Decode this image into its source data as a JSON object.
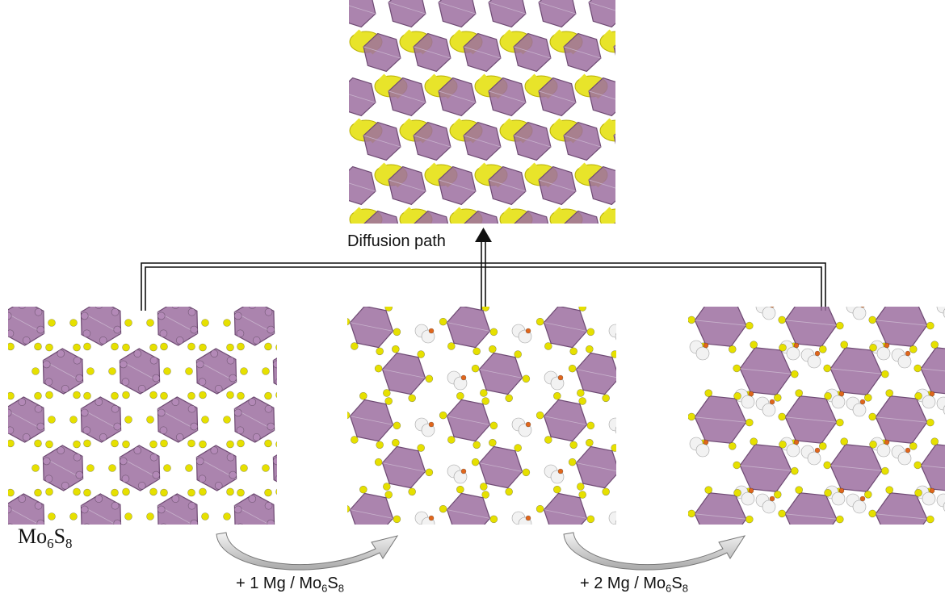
{
  "top_label": "Diffusion path",
  "base": {
    "formula_main": "Mo",
    "formula_sub1": "6",
    "formula_mid": "S",
    "formula_sub2": "8"
  },
  "arrow1": {
    "prefix": "+ 1 Mg / Mo",
    "sub1": "6",
    "mid": "S",
    "sub2": "8"
  },
  "arrow2": {
    "prefix": "+ 2 Mg / Mo",
    "sub1": "6",
    "mid": "S",
    "sub2": "8"
  },
  "colors": {
    "cluster_purple": "#9c6fa0",
    "cluster_dark": "#6e4a73",
    "sulfur_yellow": "#e6e000",
    "diffusion_yellow": "#e8e42a",
    "mg_white": "#f2f2f2",
    "mg_orange": "#e0661c",
    "arrow_gray": "#c8c8c8",
    "connector_black": "#111111"
  }
}
